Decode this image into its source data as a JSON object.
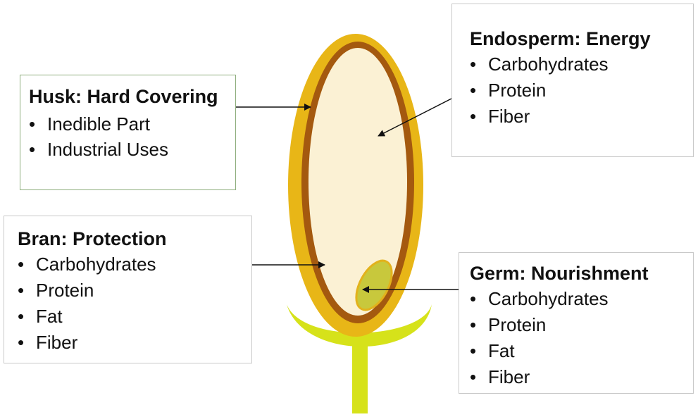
{
  "diagram": {
    "parts": [
      {
        "id": "husk",
        "title": "Husk: Hard Covering",
        "items": [
          "Inedible Part",
          "Industrial Uses"
        ]
      },
      {
        "id": "endosperm",
        "title": "Endosperm: Energy",
        "items": [
          "Carbohydrates",
          "Protein",
          "Fiber"
        ]
      },
      {
        "id": "bran",
        "title": "Bran: Protection",
        "items": [
          "Carbohydrates",
          "Protein",
          "Fat",
          "Fiber"
        ]
      },
      {
        "id": "germ",
        "title": "Germ: Nourishment",
        "items": [
          "Carbohydrates",
          "Protein",
          "Fat",
          "Fiber"
        ]
      }
    ],
    "bullet": "•",
    "colors": {
      "husk": "#e8b617",
      "bran": "#a4590f",
      "endosperm": "#fbf1d4",
      "germ": "#c8c83c",
      "stem_and_leaf": "#d6e21a",
      "box_border_husk": "#8fae7e",
      "box_border": "#c9c9c9",
      "arrow": "#111111"
    }
  }
}
